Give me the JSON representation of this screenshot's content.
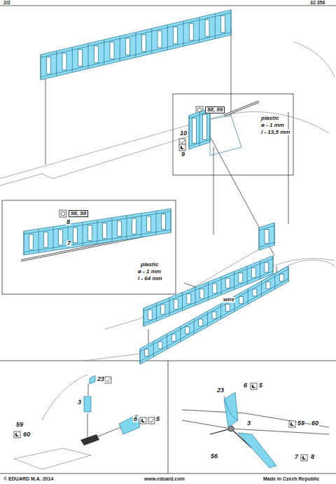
{
  "diagram": {
    "labels": [
      "2/2",
      "32 356",
      "98, 99",
      "10",
      "9",
      "plastic",
      "ø - 1 mm",
      "l - 13,5 mm",
      "98, 99",
      "8",
      "7",
      "plastic",
      "ø - 1 mm",
      "l - 64 mm",
      "wire",
      "23",
      "3",
      "59",
      "60",
      "6",
      "5",
      "23",
      "6",
      "5",
      "3",
      "59",
      "60",
      "56",
      "7",
      "8",
      "© EDUARD  M.A. 2014",
      "www.eduard.com",
      "Made in Czech Republic"
    ]
  }
}
